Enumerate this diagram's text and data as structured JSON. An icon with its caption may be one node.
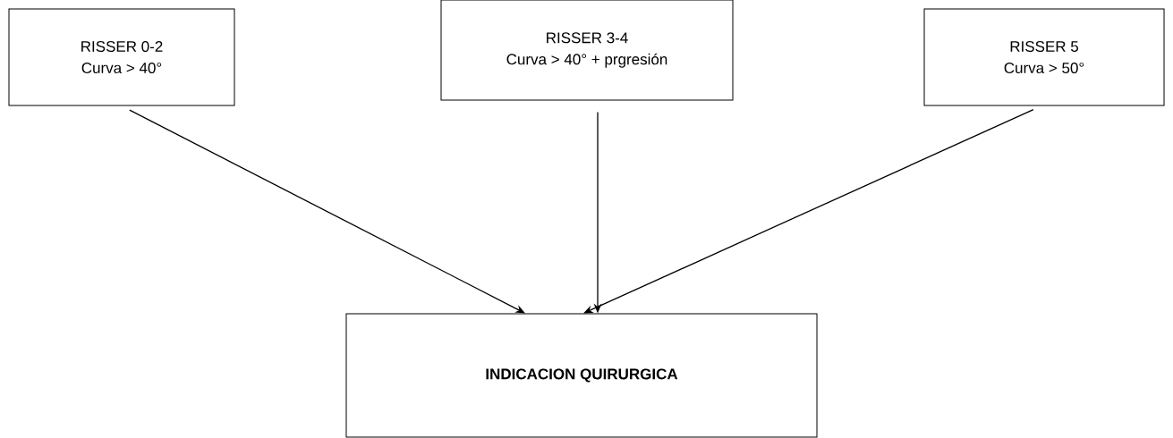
{
  "diagram": {
    "nodes": [
      {
        "text": [
          "RISSER  0-2",
          "Curva > 40°"
        ]
      },
      {
        "text": [
          "RISSER 3-4",
          "Curva > 40° + prgresión"
        ]
      },
      {
        "text": [
          "RISSER 5",
          "Curva > 50°"
        ]
      },
      {
        "text": [
          "INDICACION QUIRURGICA"
        ]
      }
    ],
    "edges": [
      {
        "from": 0,
        "to": 3,
        "arrow": "to"
      },
      {
        "from": 1,
        "to": 3,
        "arrow": "to"
      },
      {
        "from": 2,
        "to": 3,
        "arrow": "to"
      }
    ]
  }
}
